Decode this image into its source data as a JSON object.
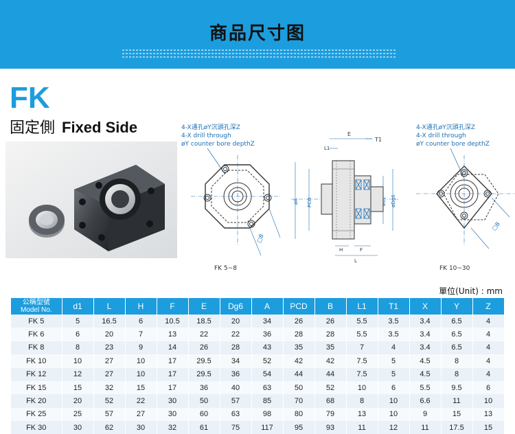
{
  "banner": {
    "title": "商品尺寸图"
  },
  "heading": {
    "code": "FK",
    "subtitle_zh": "固定側",
    "subtitle_en": "Fixed Side"
  },
  "notes": {
    "left_l1": "4-X通孔øY沉頭孔深Z",
    "left_l2": "4-X drill through",
    "left_l3": "øY counter bore depthZ",
    "right_l1": "4-X通孔øY沉頭孔深Z",
    "right_l2": "4-X drill through",
    "right_l3": "øY counter bore depthZ"
  },
  "captions": {
    "left": "FK 5~8",
    "right": "FK 10~30"
  },
  "dims": {
    "E": "E",
    "T1": "T1",
    "L1": "L1",
    "H": "H",
    "F": "F",
    "L": "L",
    "A": "øA",
    "PCD": "PCD",
    "d1": "ød1",
    "Dg6": "øDg6",
    "B": "□B"
  },
  "unit": "單位(Unit) : mm",
  "table": {
    "model_header_zh": "公稱型號",
    "model_header_en": "Model No.",
    "headers": [
      "d1",
      "L",
      "H",
      "F",
      "E",
      "Dg6",
      "A",
      "PCD",
      "B",
      "L1",
      "T1",
      "X",
      "Y",
      "Z"
    ],
    "rows": [
      [
        "FK 5",
        "5",
        "16.5",
        "6",
        "10.5",
        "18.5",
        "20",
        "34",
        "26",
        "26",
        "5.5",
        "3.5",
        "3.4",
        "6.5",
        "4"
      ],
      [
        "FK 6",
        "6",
        "20",
        "7",
        "13",
        "22",
        "22",
        "36",
        "28",
        "28",
        "5.5",
        "3.5",
        "3.4",
        "6.5",
        "4"
      ],
      [
        "FK 8",
        "8",
        "23",
        "9",
        "14",
        "26",
        "28",
        "43",
        "35",
        "35",
        "7",
        "4",
        "3.4",
        "6.5",
        "4"
      ],
      [
        "FK 10",
        "10",
        "27",
        "10",
        "17",
        "29.5",
        "34",
        "52",
        "42",
        "42",
        "7.5",
        "5",
        "4.5",
        "8",
        "4"
      ],
      [
        "FK 12",
        "12",
        "27",
        "10",
        "17",
        "29.5",
        "36",
        "54",
        "44",
        "44",
        "7.5",
        "5",
        "4.5",
        "8",
        "4"
      ],
      [
        "FK 15",
        "15",
        "32",
        "15",
        "17",
        "36",
        "40",
        "63",
        "50",
        "52",
        "10",
        "6",
        "5.5",
        "9.5",
        "6"
      ],
      [
        "FK 20",
        "20",
        "52",
        "22",
        "30",
        "50",
        "57",
        "85",
        "70",
        "68",
        "8",
        "10",
        "6.6",
        "11",
        "10"
      ],
      [
        "FK 25",
        "25",
        "57",
        "27",
        "30",
        "60",
        "63",
        "98",
        "80",
        "79",
        "13",
        "10",
        "9",
        "15",
        "13"
      ],
      [
        "FK 30",
        "30",
        "62",
        "30",
        "32",
        "61",
        "75",
        "117",
        "95",
        "93",
        "11",
        "12",
        "11",
        "17.5",
        "15"
      ]
    ]
  }
}
